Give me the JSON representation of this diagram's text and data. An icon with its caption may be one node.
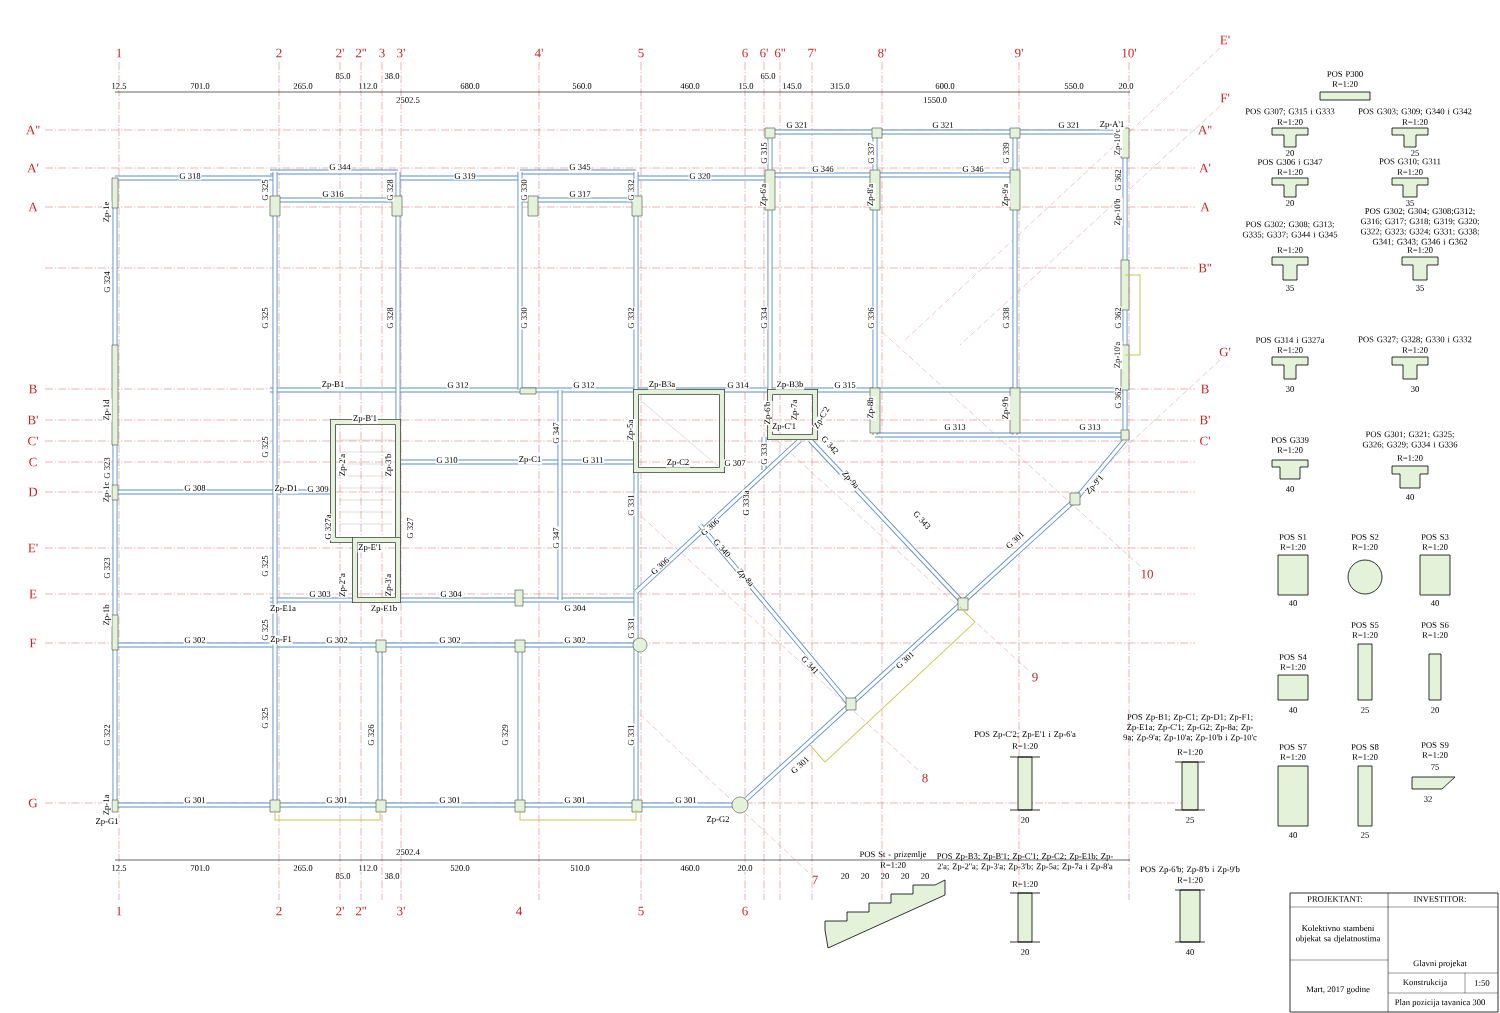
{
  "diagram": {
    "labels": [
      "1",
      "2",
      "2'",
      "2''",
      "3",
      "3'",
      "4'",
      "5",
      "6",
      "6'",
      "6''",
      "7'",
      "8'",
      "9'",
      "10'",
      "E'",
      "F'",
      "12.5",
      "701.0",
      "265.0",
      "85.0",
      "112.0",
      "38.0",
      "680.0",
      "560.0",
      "460.0",
      "15.0",
      "65.0",
      "145.0",
      "315.0",
      "600.0",
      "550.0",
      "20.0",
      "2502.5",
      "1550.0",
      "A''",
      "A'",
      "A",
      "B",
      "B'",
      "C'",
      "C",
      "D",
      "E'",
      "E",
      "F",
      "G",
      "A''",
      "A'",
      "A",
      "B''",
      "B",
      "B'",
      "C'",
      "G'",
      "G 318",
      "G 344",
      "G 316",
      "G 319",
      "G 345",
      "G 317",
      "G 320",
      "G 321",
      "G 321",
      "G 321",
      "Zp-A'1",
      "G 346",
      "G 346",
      "Zp-B1",
      "G 312",
      "G 312",
      "Zp-B3a",
      "G 314",
      "Zp-B3b",
      "G 315",
      "Zp-B'1",
      "G 310",
      "Zp-C1",
      "G 311",
      "Zp-C2",
      "G 307",
      "G 308",
      "Zp-D1",
      "G 309",
      "Zp-E'1",
      "G 303",
      "G 304",
      "Zp-E1a",
      "Zp-E1b",
      "G 304",
      "G 302",
      "Zp-F1",
      "G 302",
      "G 302",
      "G 302",
      "G 301",
      "G 301",
      "G 301",
      "G 301",
      "G 301",
      "Zp-G1",
      "Zp-G2",
      "G 313",
      "G 313",
      "Zp-C'1",
      "Zp-1e",
      "G 324",
      "Zp-1d",
      "G 323",
      "Zp-1c",
      "G 323",
      "Zp-1b",
      "G 322",
      "Zp-1a",
      "G 325",
      "G 325",
      "G 325",
      "G 325",
      "G 325",
      "G 325",
      "G 328",
      "G 328",
      "G 327a",
      "G 327",
      "G 326",
      "Zp-2'a",
      "Zp-3'b",
      "Zp-2''a",
      "Zp-3'a",
      "G 330",
      "G 330",
      "G 347",
      "G 347",
      "G 329",
      "G 332",
      "G 332",
      "Zp-5a",
      "G 331",
      "G 331",
      "G 331",
      "G 315",
      "Zp-6'a",
      "G 334",
      "Zp-6'b",
      "G 333",
      "G 333a",
      "G 337",
      "Zp-8'a",
      "G 336",
      "Zp-8b",
      "G 339",
      "Zp-9'a",
      "G 338",
      "Zp-9'b",
      "Zp-10'c",
      "G 362",
      "Zp-10'b",
      "G 362",
      "Zp-10'a",
      "G 362",
      "Zp-7a",
      "G 306",
      "G 306",
      "G 301",
      "G 301",
      "G 301",
      "Zp-9'1",
      "Zp-C'2",
      "G 342",
      "Zp-9a",
      "G 343",
      "G 340",
      "Zp-8a",
      "G 341",
      "10",
      "9",
      "8",
      "7",
      "12.5",
      "701.0",
      "265.0",
      "85.0",
      "112.0",
      "38.0",
      "520.0",
      "510.0",
      "460.0",
      "20.0",
      "2502.4",
      "1",
      "2",
      "2'",
      "2''",
      "3'",
      "4",
      "5",
      "6",
      "POS P300",
      "R=1:20",
      "POS G307; G315 i G333",
      "R=1:20",
      "20",
      "POS G303; G309; G340 i G342",
      "R=1:20",
      "25",
      "POS G306 i G347",
      "R=1:20",
      "20",
      "POS G310; G311",
      "R=1:20",
      "35",
      "POS G302; G308; G313; G335; G337; G344 i G345",
      "R=1:20",
      "35",
      "POS G302; G304; G308;G312; G316; G317; G318; G319; G320; G322; G323; G324; G331; G338; G341; G343; G346 i G362",
      "R=1:20",
      "35",
      "POS G314 i G327a",
      "R=1:20",
      "30",
      "POS G327; G328; G330 i G332",
      "R=1:20",
      "30",
      "POS G339",
      "R=1:20",
      "40",
      "POS G301; G321; G325; G326; G329; G334 i G336",
      "R=1:20",
      "40",
      "POS S1",
      "R=1:20",
      "40",
      "POS S2",
      "R=1:20",
      "POS S3",
      "R=1:20",
      "40",
      "POS S4",
      "R=1:20",
      "40",
      "POS S5",
      "R=1:20",
      "25",
      "POS S6",
      "R=1:20",
      "20",
      "POS S7",
      "R=1:20",
      "40",
      "POS S8",
      "R=1:20",
      "25",
      "POS S9",
      "R=1:20",
      "75",
      "32",
      "POS Zp-C'2; Zp-E'1 i Zp-6'a",
      "R=1:20",
      "20",
      "POS Zp-B1; Zp-C1; Zp-D1; Zp-F1; Zp-E1a; Zp-C'1; Zp-G2; Zp-8a; Zp-9a; Zp-9'a; Zp-10'a; Zp-10'b i Zp-10'c",
      "R=1:20",
      "25",
      "POS St - prizemlje",
      "R=1:20",
      "20",
      "20",
      "20",
      "20",
      "20",
      "POS Zp-B3; Zp-B'1; Zp-C'1; Zp-C2; Zp-E1b; Zp-2'a; Zp-2''a; Zp-3'a; Zp-3'b; Zp-5a; Zp-7a i Zp-8'a",
      "R=1:20",
      "20",
      "POS Zp-6'b; Zp-8'b i Zp-9'b",
      "R=1:20",
      "40",
      "PROJEKTANT:",
      "INVESTITOR:",
      "Kolektivno stambeni objekat sa djelatnostima",
      "Glavni projekat",
      "Konstrukcija",
      "1:50",
      "Plan pozicija tavanica 300",
      "Mart, 2017 godine"
    ]
  }
}
